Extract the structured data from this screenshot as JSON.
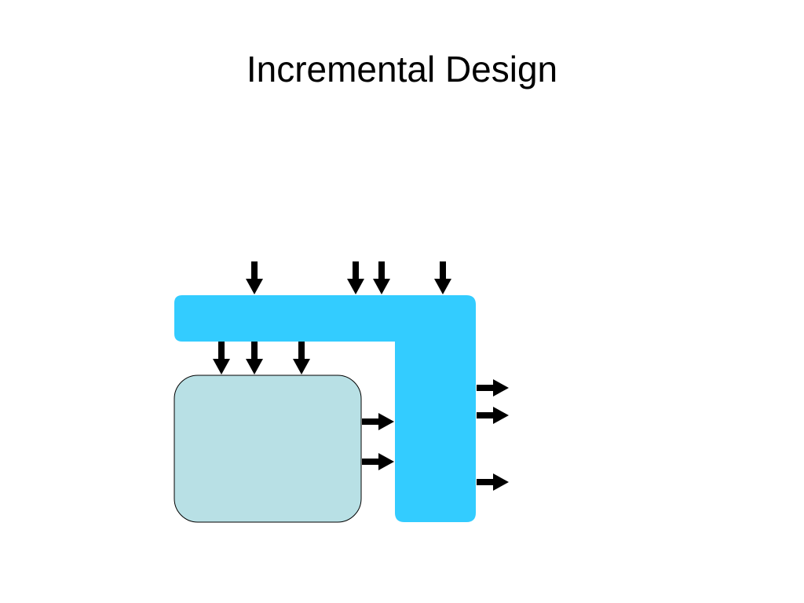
{
  "slide": {
    "title": "Incremental Design"
  },
  "colors": {
    "background": "#ffffff",
    "l_shape_fill": "#33ccff",
    "module_fill": "#b8e0e5",
    "module_stroke": "#000000",
    "arrow_fill": "#000000"
  },
  "diagram": {
    "shapes": [
      "l-shaped-block",
      "inner-module-box"
    ],
    "arrow_groups": [
      {
        "name": "top-input-arrows",
        "direction": "down",
        "count": 4
      },
      {
        "name": "inner-input-arrows",
        "direction": "down",
        "count": 3
      },
      {
        "name": "module-output-arrows",
        "direction": "right",
        "count": 2
      },
      {
        "name": "block-output-arrows",
        "direction": "right",
        "count": 3
      }
    ]
  }
}
